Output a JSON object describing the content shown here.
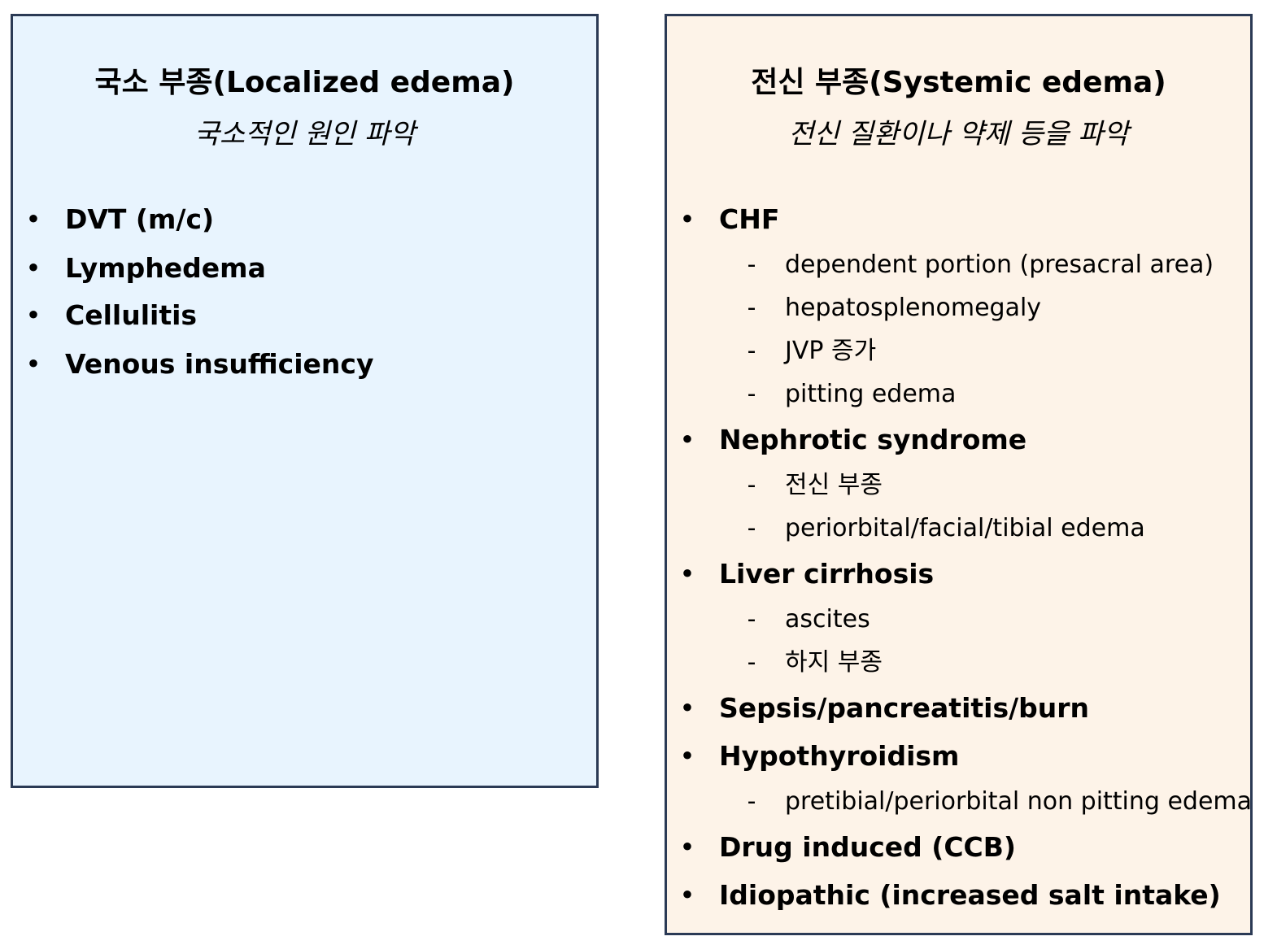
{
  "localized": {
    "title": "국소 부종(Localized edema)",
    "subtitle": "국소적인 원인 파악",
    "items": [
      {
        "label": "DVT (m/c)"
      },
      {
        "label": "Lymphedema"
      },
      {
        "label": "Cellulitis"
      },
      {
        "label": "Venous insufficiency"
      }
    ]
  },
  "systemic": {
    "title": "전신 부종(Systemic edema)",
    "subtitle": "전신 질환이나 약제 등을 파악",
    "items": [
      {
        "label": "CHF",
        "subs": [
          "dependent portion (presacral area)",
          "hepatosplenomegaly",
          "JVP 증가",
          "pitting edema"
        ]
      },
      {
        "label": "Nephrotic syndrome",
        "subs": [
          "전신 부종",
          "periorbital/facial/tibial edema"
        ]
      },
      {
        "label": "Liver cirrhosis",
        "subs": [
          "ascites",
          "하지 부종"
        ]
      },
      {
        "label": "Sepsis/pancreatitis/burn",
        "subs": []
      },
      {
        "label": "Hypothyroidism",
        "subs": [
          "pretibial/periorbital non pitting edema"
        ]
      },
      {
        "label": "Drug induced (CCB)",
        "subs": []
      },
      {
        "label": "Idiopathic (increased salt intake)",
        "subs": []
      }
    ]
  },
  "glyphs": {
    "bullet": "•",
    "dash": "-"
  },
  "colors": {
    "left_panel_bg": "#e8f4fe",
    "right_panel_bg": "#fdf3e8",
    "border": "#2b3a55"
  }
}
